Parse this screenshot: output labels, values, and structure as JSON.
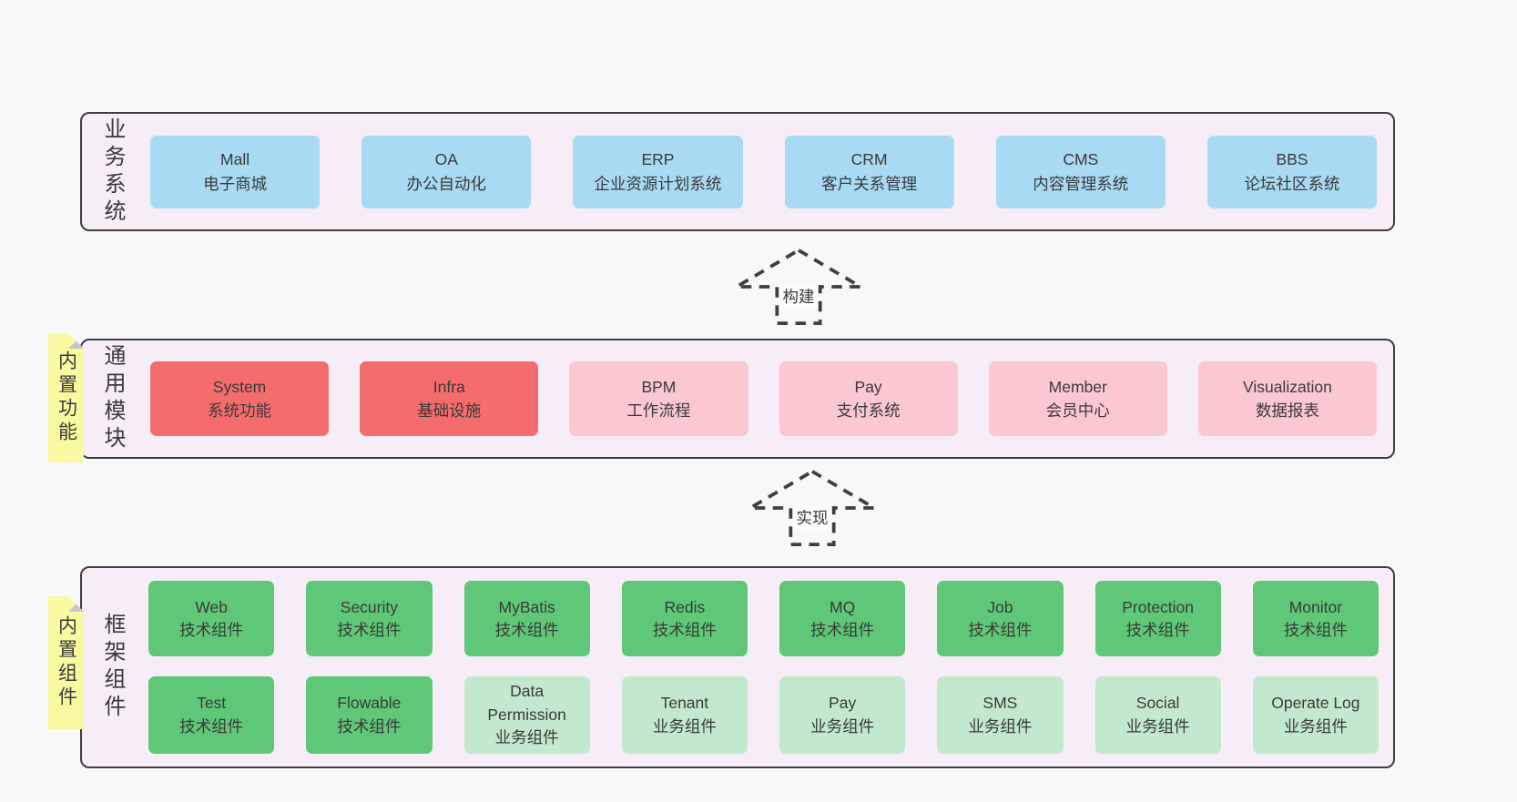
{
  "colors": {
    "page_bg": "#f8f8f8",
    "panel_bg": "#f7edf6",
    "panel_border": "#3f3f3f",
    "box_blue": "#a8daf3",
    "box_red": "#f56c6c",
    "box_pink": "#fbc7d0",
    "box_green_dark": "#5fc878",
    "box_green_light": "#c2e9cd",
    "sticky_yellow": "#f9f9a2",
    "text": "#3a3a3a"
  },
  "arrows": {
    "build": "构建",
    "implement": "实现"
  },
  "sections": {
    "business": {
      "side_label": "业务系统",
      "boxes": [
        {
          "en": "Mall",
          "zh": "电子商城"
        },
        {
          "en": "OA",
          "zh": "办公自动化"
        },
        {
          "en": "ERP",
          "zh": "企业资源计划系统"
        },
        {
          "en": "CRM",
          "zh": "客户关系管理"
        },
        {
          "en": "CMS",
          "zh": "内容管理系统"
        },
        {
          "en": "BBS",
          "zh": "论坛社区系统"
        }
      ]
    },
    "modules": {
      "sticky_note": "内置功能",
      "side_label": "通用模块",
      "boxes": [
        {
          "en": "System",
          "zh": "系统功能"
        },
        {
          "en": "Infra",
          "zh": "基础设施"
        },
        {
          "en": "BPM",
          "zh": "工作流程"
        },
        {
          "en": "Pay",
          "zh": "支付系统"
        },
        {
          "en": "Member",
          "zh": "会员中心"
        },
        {
          "en": "Visualization",
          "zh": "数据报表"
        }
      ]
    },
    "components": {
      "sticky_note": "内置组件",
      "side_label": "框架组件",
      "row1": [
        {
          "en": "Web",
          "zh": "技术组件"
        },
        {
          "en": "Security",
          "zh": "技术组件"
        },
        {
          "en": "MyBatis",
          "zh": "技术组件"
        },
        {
          "en": "Redis",
          "zh": "技术组件"
        },
        {
          "en": "MQ",
          "zh": "技术组件"
        },
        {
          "en": "Job",
          "zh": "技术组件"
        },
        {
          "en": "Protection",
          "zh": "技术组件"
        },
        {
          "en": "Monitor",
          "zh": "技术组件"
        }
      ],
      "row2": [
        {
          "en": "Test",
          "zh": "技术组件"
        },
        {
          "en": "Flowable",
          "zh": "技术组件"
        },
        {
          "en": "Data Permission",
          "zh": "业务组件"
        },
        {
          "en": "Tenant",
          "zh": "业务组件"
        },
        {
          "en": "Pay",
          "zh": "业务组件"
        },
        {
          "en": "SMS",
          "zh": "业务组件"
        },
        {
          "en": "Social",
          "zh": "业务组件"
        },
        {
          "en": "Operate Log",
          "zh": "业务组件"
        }
      ]
    }
  }
}
